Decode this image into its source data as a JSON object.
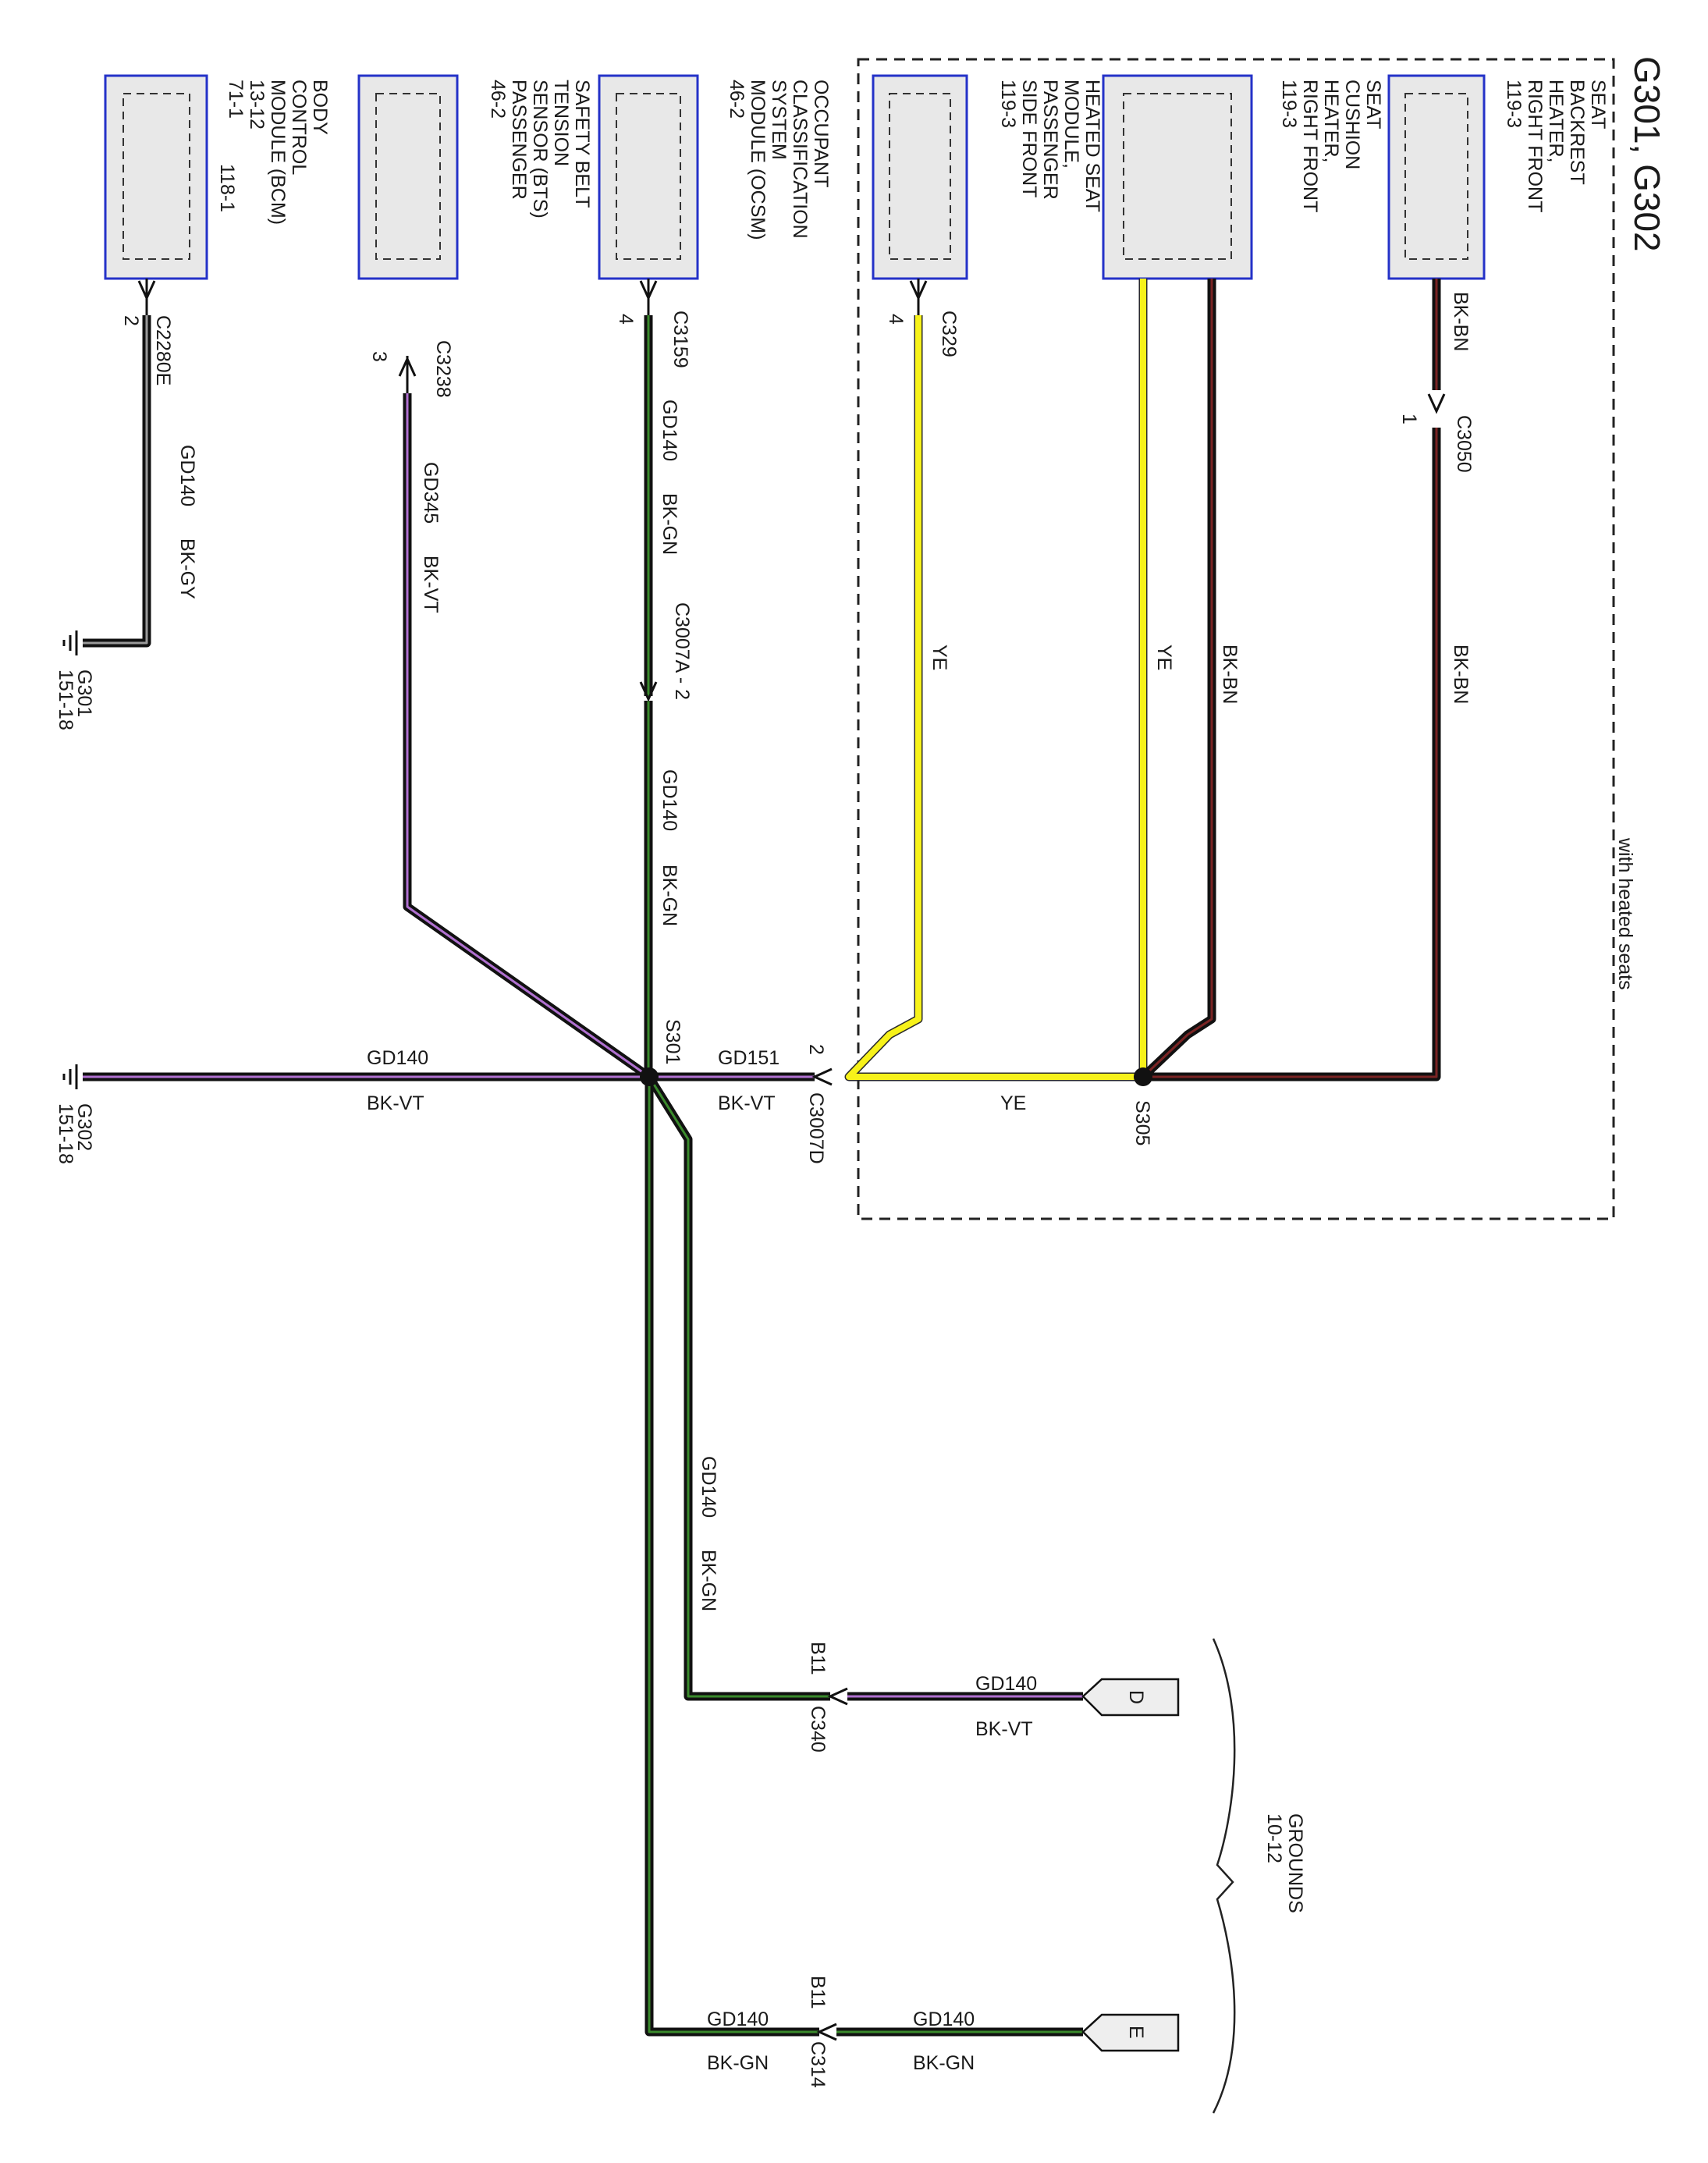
{
  "title": "G301, G302",
  "region_label": "with heated seats",
  "group_label": [
    "GROUNDS",
    "10-12"
  ],
  "colors": {
    "module_border": "#2432c8",
    "BK-GY": [
      "#111111",
      "#9a9a9a"
    ],
    "BK-VT": [
      "#111111",
      "#b070d0"
    ],
    "BK-GN": [
      "#111111",
      "#3a8a2c"
    ],
    "BK-BN": [
      "#111111",
      "#7a2424"
    ],
    "YE": [
      "#2a2a2a",
      "#f7f21a"
    ]
  },
  "modules": [
    {
      "id": "bcm",
      "lines": [
        "BODY",
        "CONTROL",
        "MODULE (BCM)",
        "13-12",
        "71-1"
      ],
      "ref": "118-1"
    },
    {
      "id": "bts",
      "lines": [
        "SAFETY BELT",
        "TENSION",
        "SENSOR (BTS)",
        "PASSENGER",
        "46-2"
      ]
    },
    {
      "id": "ocsm",
      "lines": [
        "OCCUPANT",
        "CLASSIFICATION",
        "SYSTEM",
        "MODULE (OCSM)",
        "46-2"
      ]
    },
    {
      "id": "side",
      "lines": [
        "HEATED SEAT",
        "MODULE,",
        "PASSENGER",
        "SIDE FRONT",
        "119-3"
      ]
    },
    {
      "id": "cushion",
      "lines": [
        "SEAT",
        "CUSHION",
        "HEATER,",
        "RIGHT FRONT",
        "119-3"
      ]
    },
    {
      "id": "backrest",
      "lines": [
        "SEAT",
        "BACKREST",
        "HEATER,",
        "RIGHT FRONT",
        "119-3"
      ]
    }
  ],
  "connectors": {
    "c2280e": {
      "name": "C2280E",
      "pin": "2"
    },
    "c3238": {
      "name": "C3238",
      "pin": "3"
    },
    "c3159": {
      "name": "C3159",
      "pin": "4"
    },
    "c329": {
      "name": "C329",
      "pin": "4"
    },
    "c3050": {
      "name": "C3050",
      "pin": "1"
    },
    "c3007a": {
      "name": "C3007A - 2"
    },
    "c3007d": {
      "name": "C3007D",
      "pin": "2"
    },
    "c340": {
      "name": "C340",
      "pin": "B11"
    },
    "c314": {
      "name": "C314",
      "pin": "B11"
    }
  },
  "splices": {
    "s301": "S301",
    "s305": "S305"
  },
  "grounds": {
    "g301": {
      "name": "G301",
      "page": "151-18"
    },
    "g302": {
      "name": "G302",
      "page": "151-18"
    }
  },
  "offpage": {
    "d": "D",
    "e": "E"
  },
  "wires": {
    "bcm_gnd": {
      "circuit": "GD140",
      "color": "BK-GY"
    },
    "bts": {
      "circuit": "GD345",
      "color": "BK-VT"
    },
    "ocsm_upper": {
      "circuit": "GD140",
      "color": "BK-GN"
    },
    "ocsm_lower": {
      "circuit": "GD140",
      "color": "BK-GN"
    },
    "ye_c329": {
      "color": "YE"
    },
    "ye_cushion": {
      "color": "YE"
    },
    "bkbn_cushion": {
      "color": "BK-BN"
    },
    "bkbn_backrest_top": {
      "color": "BK-BN"
    },
    "bkbn_backrest": {
      "color": "BK-BN"
    },
    "ye_s305": {
      "color": "YE"
    },
    "gd151": {
      "circuit": "GD151",
      "color": "BK-VT"
    },
    "g302": {
      "circuit": "GD140",
      "color": "BK-VT"
    },
    "down_c340": {
      "circuit": "GD140",
      "color": "BK-GN"
    },
    "c340_d": {
      "circuit": "GD140",
      "color": "BK-VT"
    },
    "c314_left": {
      "circuit": "GD140",
      "color": "BK-GN"
    },
    "c314_right": {
      "circuit": "GD140",
      "color": "BK-GN"
    }
  }
}
